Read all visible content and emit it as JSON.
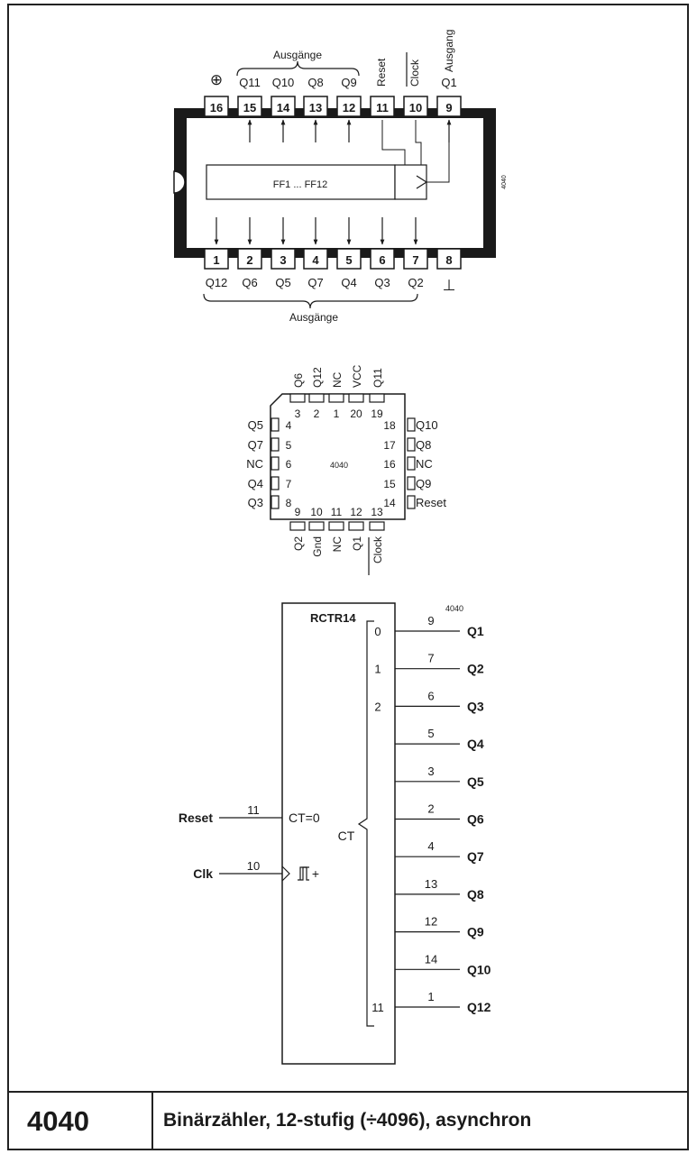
{
  "chip": {
    "number": "4040",
    "description": "Binärzähler, 12-stufig (÷4096), asynchron"
  },
  "dip": {
    "vcc_symbol": "⊕",
    "gnd_symbol": "⊥",
    "core_label": "FF1 ... FF12",
    "side_mark": "4040",
    "top_group_label": "Ausgänge",
    "bottom_group_label": "Ausgänge",
    "top_pins": [
      {
        "num": "16",
        "label": ""
      },
      {
        "num": "15",
        "label": "Q11"
      },
      {
        "num": "14",
        "label": "Q10"
      },
      {
        "num": "13",
        "label": "Q8"
      },
      {
        "num": "12",
        "label": "Q9"
      },
      {
        "num": "11",
        "label": "Reset"
      },
      {
        "num": "10",
        "label": "Clock"
      },
      {
        "num": "9",
        "label": "Q1"
      }
    ],
    "top_vertical_extra": "Ausgang",
    "bottom_pins": [
      {
        "num": "1",
        "label": "Q12"
      },
      {
        "num": "2",
        "label": "Q6"
      },
      {
        "num": "3",
        "label": "Q5"
      },
      {
        "num": "4",
        "label": "Q7"
      },
      {
        "num": "5",
        "label": "Q4"
      },
      {
        "num": "6",
        "label": "Q3"
      },
      {
        "num": "7",
        "label": "Q2"
      },
      {
        "num": "8",
        "label": ""
      }
    ]
  },
  "plcc": {
    "center_label": "4040",
    "top": [
      {
        "num": "3",
        "label": "Q6"
      },
      {
        "num": "2",
        "label": "Q12"
      },
      {
        "num": "1",
        "label": "NC"
      },
      {
        "num": "20",
        "label": "VCC"
      },
      {
        "num": "19",
        "label": "Q11"
      }
    ],
    "left": [
      {
        "num": "4",
        "label": "Q5"
      },
      {
        "num": "5",
        "label": "Q7"
      },
      {
        "num": "6",
        "label": "NC"
      },
      {
        "num": "7",
        "label": "Q4"
      },
      {
        "num": "8",
        "label": "Q3"
      }
    ],
    "right": [
      {
        "num": "18",
        "label": "Q10"
      },
      {
        "num": "17",
        "label": "Q8"
      },
      {
        "num": "16",
        "label": "NC"
      },
      {
        "num": "15",
        "label": "Q9"
      },
      {
        "num": "14",
        "label": "Reset"
      }
    ],
    "bottom": [
      {
        "num": "9",
        "label": "Q2"
      },
      {
        "num": "10",
        "label": "Gnd"
      },
      {
        "num": "11",
        "label": "NC"
      },
      {
        "num": "12",
        "label": "Q1"
      },
      {
        "num": "13",
        "label": "Clock"
      }
    ]
  },
  "logic": {
    "title": "RCTR14",
    "mark": "4040",
    "ct_reset": "CT=0",
    "ct_label": "CT",
    "clock_plus": "+",
    "inputs": [
      {
        "name": "Reset",
        "pin": "11"
      },
      {
        "name": "Clk",
        "pin": "10"
      }
    ],
    "outputs": [
      {
        "bit": "0",
        "pin": "9",
        "name": "Q1"
      },
      {
        "bit": "1",
        "pin": "7",
        "name": "Q2"
      },
      {
        "bit": "2",
        "pin": "6",
        "name": "Q3"
      },
      {
        "bit": "",
        "pin": "5",
        "name": "Q4"
      },
      {
        "bit": "",
        "pin": "3",
        "name": "Q5"
      },
      {
        "bit": "",
        "pin": "2",
        "name": "Q6"
      },
      {
        "bit": "",
        "pin": "4",
        "name": "Q7"
      },
      {
        "bit": "",
        "pin": "13",
        "name": "Q8"
      },
      {
        "bit": "",
        "pin": "12",
        "name": "Q9"
      },
      {
        "bit": "",
        "pin": "14",
        "name": "Q10"
      },
      {
        "bit": "11",
        "pin": "1",
        "name": "Q12"
      }
    ]
  }
}
